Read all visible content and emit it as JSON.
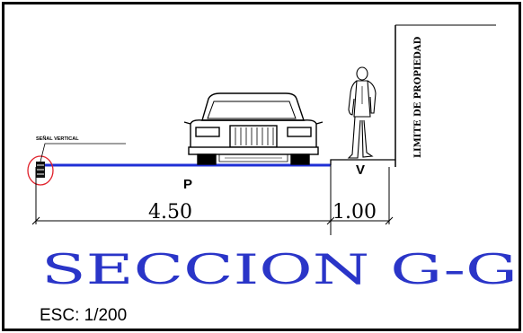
{
  "section": {
    "title": "SECCION G-G",
    "scale": "ESC: 1/200",
    "property_limit_label": "LIMITE DE PROPIEDAD",
    "signage_label": "SEÑAL VERTICAL",
    "segments": [
      {
        "code": "P",
        "width": "4.50"
      },
      {
        "code": "V",
        "width": "1.00"
      }
    ]
  },
  "colors": {
    "frame": "#000000",
    "road_surface": "#1f2fd6",
    "title": "#2a35c8",
    "signal_marker": "#e0202a",
    "dimension": "#000000"
  },
  "icons": {
    "car": "car-front-icon",
    "pedestrian": "person-standing-icon",
    "signal": "sign-marker-icon"
  }
}
